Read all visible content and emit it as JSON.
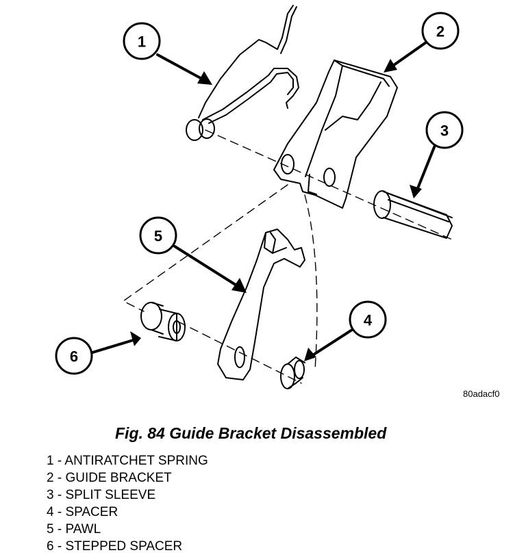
{
  "figure": {
    "code": "80adacf0",
    "caption": "Fig. 84 Guide Bracket Disassembled"
  },
  "callouts": [
    "1",
    "2",
    "3",
    "4",
    "5",
    "6"
  ],
  "legend": [
    "1 - ANTIRATCHET SPRING",
    "2 - GUIDE BRACKET",
    "3 - SPLIT SLEEVE",
    "4 - SPACER",
    "5 - PAWL",
    "6 - STEPPED SPACER"
  ]
}
